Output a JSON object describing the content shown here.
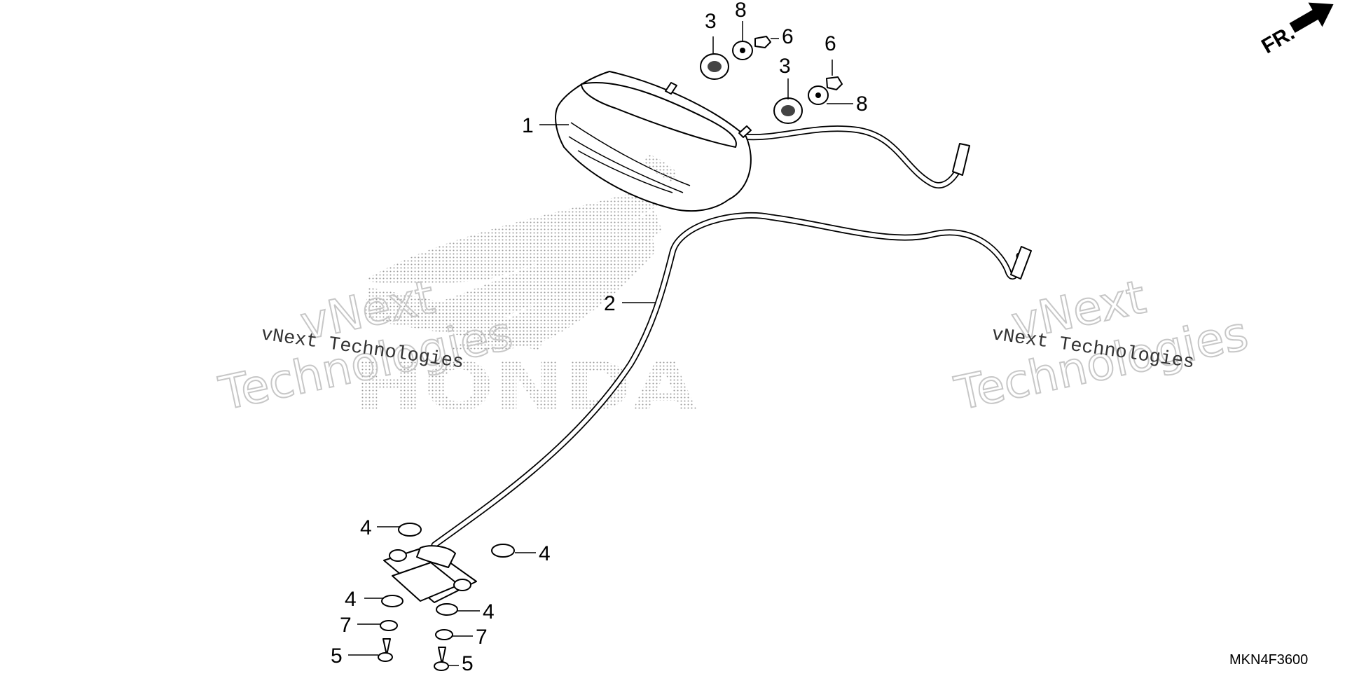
{
  "diagram": {
    "code": "MKN4F3600",
    "direction_label": "FR.",
    "callouts": {
      "c1": "1",
      "c2": "2",
      "c3a": "3",
      "c3b": "3",
      "c4a": "4",
      "c4b": "4",
      "c4c": "4",
      "c4d": "4",
      "c5a": "5",
      "c5b": "5",
      "c6a": "6",
      "c6b": "6",
      "c7a": "7",
      "c7b": "7",
      "c8a": "8",
      "c8b": "8"
    },
    "watermarks": {
      "mono_left": "vNext Technologies",
      "mono_right": "vNext Technologies",
      "outline_1": "vNext",
      "outline_2": "Technologies",
      "outline_3": "vNext",
      "outline_4": "Technologies"
    },
    "brand_logo_text": "HONDA"
  }
}
